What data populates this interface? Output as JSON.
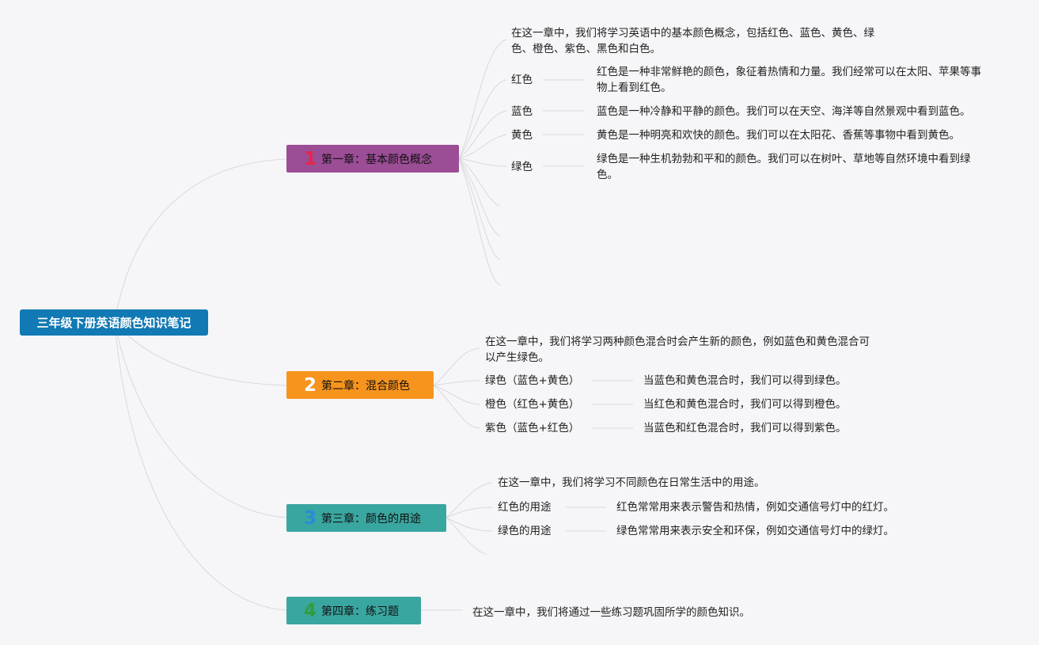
{
  "root": {
    "title": "三年级下册英语颜色知识笔记",
    "color": "#1179b4"
  },
  "chapters": [
    {
      "number": "1",
      "title": "第一章：基本颜色概念",
      "bg": "#9b4d96",
      "num_color": "#e8254a",
      "intro": "在这一章中，我们将学习英语中的基本颜色概念，包括红色、蓝色、黄色、绿色、橙色、紫色、黑色和白色。",
      "items": [
        {
          "label": "红色",
          "detail": "红色是一种非常鲜艳的颜色，象征着热情和力量。我们经常可以在太阳、苹果等事物上看到红色。"
        },
        {
          "label": "蓝色",
          "detail": "蓝色是一种冷静和平静的颜色。我们可以在天空、海洋等自然景观中看到蓝色。"
        },
        {
          "label": "黄色",
          "detail": "黄色是一种明亮和欢快的颜色。我们可以在太阳花、香蕉等事物中看到黄色。"
        },
        {
          "label": "绿色",
          "detail": "绿色是一种生机勃勃和平和的颜色。我们可以在树叶、草地等自然环境中看到绿色。"
        }
      ]
    },
    {
      "number": "2",
      "title": "第二章：混合颜色",
      "bg": "#f7941d",
      "num_color": "#ffffff",
      "intro": "在这一章中，我们将学习两种颜色混合时会产生新的颜色，例如蓝色和黄色混合可以产生绿色。",
      "items": [
        {
          "label": "绿色（蓝色+黄色）",
          "detail": "当蓝色和黄色混合时，我们可以得到绿色。"
        },
        {
          "label": "橙色（红色+黄色）",
          "detail": "当红色和黄色混合时，我们可以得到橙色。"
        },
        {
          "label": "紫色（蓝色+红色）",
          "detail": "当蓝色和红色混合时，我们可以得到紫色。"
        }
      ]
    },
    {
      "number": "3",
      "title": "第三章：颜色的用途",
      "bg": "#3aa6a0",
      "num_color": "#2a8bd6",
      "intro": "在这一章中，我们将学习不同颜色在日常生活中的用途。",
      "items": [
        {
          "label": "红色的用途",
          "detail": "红色常常用来表示警告和热情，例如交通信号灯中的红灯。"
        },
        {
          "label": "绿色的用途",
          "detail": "绿色常常用来表示安全和环保，例如交通信号灯中的绿灯。"
        }
      ]
    },
    {
      "number": "4",
      "title": "第四章：练习题",
      "bg": "#3aa6a0",
      "num_color": "#2e9e3a",
      "intro": "在这一章中，我们将通过一些练习题巩固所学的颜色知识。",
      "items": []
    }
  ]
}
